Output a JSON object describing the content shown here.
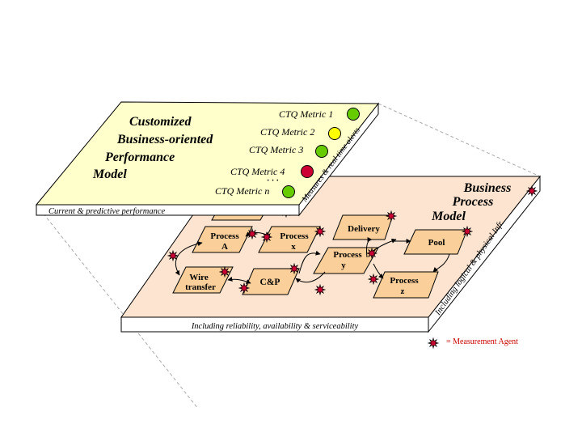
{
  "upper_plane": {
    "title_lines": [
      "Customized",
      "Business-oriented",
      "Performance",
      "Model"
    ],
    "caption": "Current & predictive performance",
    "side_label": "Measures & real time alerts",
    "metrics": [
      {
        "label": "CTQ Metric 1",
        "status": "good"
      },
      {
        "label": "CTQ Metric 2",
        "status": "warning"
      },
      {
        "label": "CTQ Metric 3",
        "status": "good"
      },
      {
        "label": "CTQ Metric 4",
        "status": "critical"
      },
      {
        "label": "CTQ Metric n",
        "status": "good"
      }
    ],
    "ellipsis": "· · ·"
  },
  "lower_plane": {
    "title_lines": [
      "Business",
      "Process",
      "Model"
    ],
    "caption": "Including reliability, availability & serviceability",
    "side_label": "Including logical & physical Infr.",
    "nodes": [
      {
        "id": "process_a",
        "lines": [
          "Process",
          "A"
        ]
      },
      {
        "id": "process_x",
        "lines": [
          "Process",
          "x"
        ]
      },
      {
        "id": "delivery",
        "lines": [
          "Delivery"
        ]
      },
      {
        "id": "pool",
        "lines": [
          "Pool"
        ]
      },
      {
        "id": "process_y",
        "lines": [
          "Process",
          "y"
        ]
      },
      {
        "id": "wire_transfer",
        "lines": [
          "Wire",
          "transfer"
        ]
      },
      {
        "id": "cap",
        "lines": [
          "C&P"
        ]
      },
      {
        "id": "process_z",
        "lines": [
          "Process",
          "z"
        ]
      }
    ]
  },
  "legend": {
    "label": "= Measurement Agent"
  },
  "colors": {
    "upper_plane_fill": "#ffffcc",
    "lower_plane_fill": "#fce4d0",
    "node_fill": "#fbcf99",
    "metric_good": "#66cc00",
    "metric_warning": "#ffff00",
    "metric_critical": "#cc0033",
    "agent": "#cc0033",
    "legend_text": "#cc0000",
    "title_text": "#000000"
  }
}
